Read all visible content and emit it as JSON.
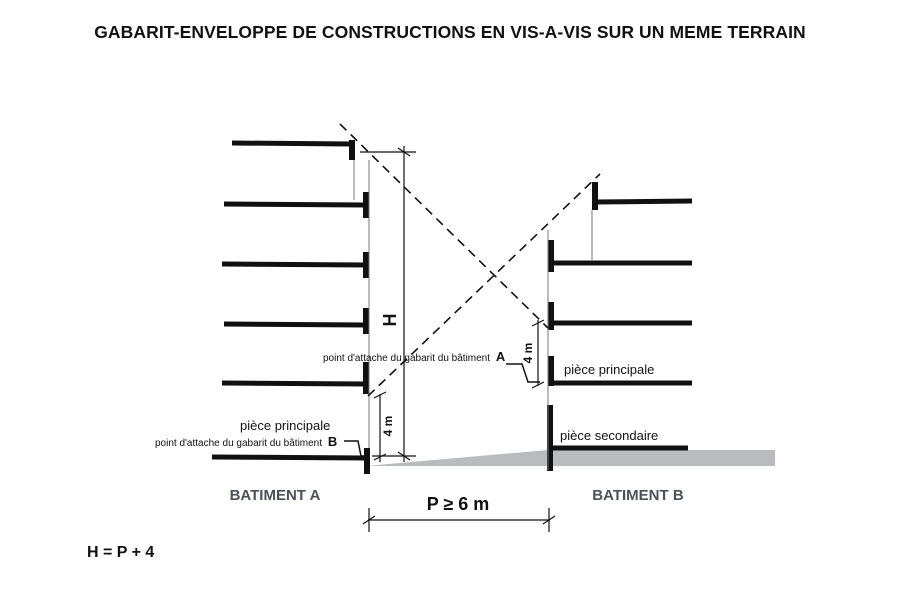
{
  "title": "GABARIT-ENVELOPPE DE CONSTRUCTIONS EN VIS-A-VIS SUR UN MEME TERRAIN",
  "colors": {
    "ground": "#b9bcbe",
    "ink": "#111111",
    "building_label": "#4b5157"
  },
  "labels": {
    "building_a": "BATIMENT A",
    "building_b": "BATIMENT B",
    "height_h": "H",
    "four_m_left": "4 m",
    "four_m_right": "4 m",
    "piece_principale_a": "pièce principale",
    "point_attache_b": "point d'attache du gabarit du bâtiment",
    "point_attache_b_letter": "B",
    "point_attache_a": "point d'attache du gabarit du bâtiment",
    "point_attache_a_letter": "A",
    "piece_principale_b": "pièce principale",
    "piece_secondaire_b": "pièce secondaire",
    "distance": "P ≥ 6 m",
    "formula": "H = P + 4"
  }
}
